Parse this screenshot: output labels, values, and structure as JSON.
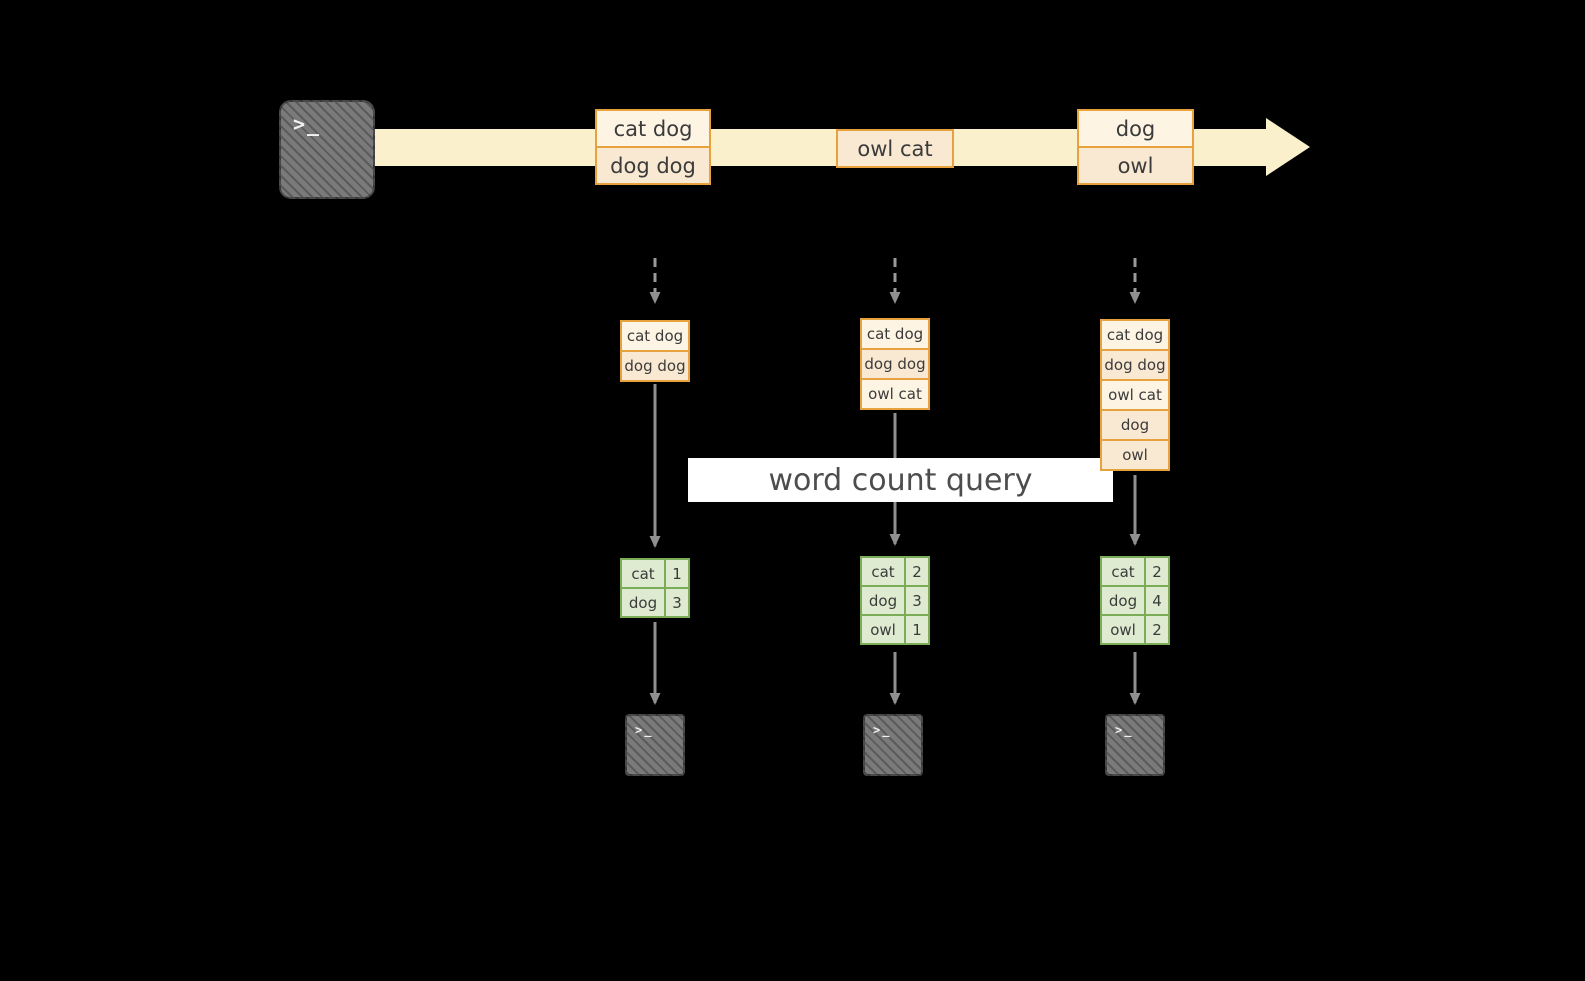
{
  "diagram": {
    "query_label": "word count query",
    "terminal_glyph": ">_",
    "timeline_batches": [
      {
        "rows": [
          "cat dog",
          "dog dog"
        ]
      },
      {
        "rows": [
          "owl cat"
        ]
      },
      {
        "rows": [
          "dog",
          "owl"
        ]
      }
    ],
    "input_stacks": [
      {
        "rows": [
          "cat dog",
          "dog dog"
        ]
      },
      {
        "rows": [
          "cat dog",
          "dog dog",
          "owl cat"
        ]
      },
      {
        "rows": [
          "cat dog",
          "dog dog",
          "owl cat",
          "dog",
          "owl"
        ]
      }
    ],
    "result_tables": [
      {
        "rows": [
          [
            "cat",
            "1"
          ],
          [
            "dog",
            "3"
          ]
        ]
      },
      {
        "rows": [
          [
            "cat",
            "2"
          ],
          [
            "dog",
            "3"
          ],
          [
            "owl",
            "1"
          ]
        ]
      },
      {
        "rows": [
          [
            "cat",
            "2"
          ],
          [
            "dog",
            "4"
          ],
          [
            "owl",
            "2"
          ]
        ]
      }
    ],
    "colors": {
      "background": "#000000",
      "stream_band": "#FAF0CC",
      "batch_border": "#E8A23D",
      "batch_fill_light": "#FDF4E3",
      "batch_fill_dark": "#FAE9D2",
      "table_border": "#7BAD57",
      "table_fill": "#DEEBD0",
      "arrow_gray": "#909090",
      "query_box": "#FFFFFF",
      "terminal_gray": "#7A7A7A"
    }
  }
}
